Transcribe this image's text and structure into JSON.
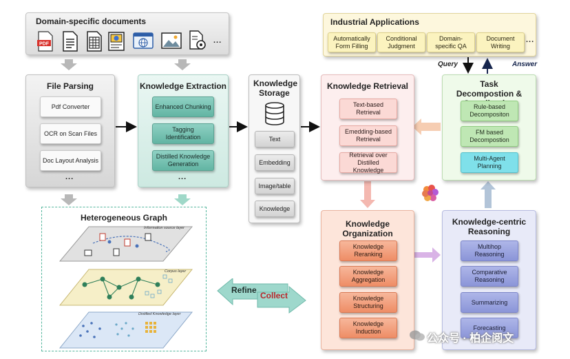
{
  "documents": {
    "title": "Domain-specific documents",
    "icons": [
      "pdf-icon",
      "text-doc-icon",
      "spreadsheet-icon",
      "presentation-icon",
      "web-page-icon",
      "image-icon",
      "settings-file-icon"
    ],
    "pdf_label": "PDF",
    "more": "..."
  },
  "file_parsing": {
    "title": "File Parsing",
    "items": [
      "Pdf Converter",
      "OCR on Scan Files",
      "Doc Layout Analysis"
    ],
    "more": "..."
  },
  "knowledge_extraction": {
    "title": "Knowledge Extraction",
    "items": [
      "Enhanced Chunking",
      "Tagging Identification",
      "Distilled Knowledge Generation"
    ],
    "more": "..."
  },
  "knowledge_storage": {
    "title": "Knowledge Storage",
    "icon": "database-icon",
    "items": [
      "Text",
      "Embedding",
      "Image/table",
      "Knowledge"
    ]
  },
  "industrial_applications": {
    "title": "Industrial Applications",
    "items": [
      "Automatically Form Filling",
      "Conditional Judgment",
      "Domain-specific QA",
      "Document Writing"
    ],
    "more": "..."
  },
  "arrows": {
    "query": "Query",
    "answer": "Answer"
  },
  "knowledge_retrieval": {
    "title": "Knowledge Retrieval",
    "items": [
      "Text-based Retrieval",
      "Emedding-based Retrieval",
      "Retrieval over Distilled Knowledge"
    ]
  },
  "task_decomposition": {
    "title": "Task Decompostion & Coordination",
    "items": [
      "Rule-based Decompositon",
      "FM based Decompostion",
      "Multi-Agent Planning"
    ]
  },
  "heterogeneous_graph": {
    "title": "Heterogeneous Graph",
    "layers": [
      "Information source layer",
      "Corpus layer",
      "Distilled Knowledge layer"
    ]
  },
  "knowledge_organization": {
    "title": "Knowledge Organization",
    "items": [
      "Knowledge Reranking",
      "Knowledge Aggregation",
      "Knowledge Structuring",
      "Knowledge Induction"
    ]
  },
  "knowledge_reasoning": {
    "title": "Knowledge-centric Reasoning",
    "items": [
      "Multihop Reasoning",
      "Comparative Reasoning",
      "Summarizing",
      "Forecasting"
    ]
  },
  "refine_collect": {
    "refine": "Refine",
    "collect": "Collect"
  },
  "watermark": "公众号 · 柏企阅文",
  "colors": {
    "teal": "#62b5a3",
    "pink": "#fbd9d5",
    "orange": "#ee8d66",
    "blue": "#8b95d8",
    "yellow": "#fbf3bf",
    "collect_red": "#b8262b"
  }
}
